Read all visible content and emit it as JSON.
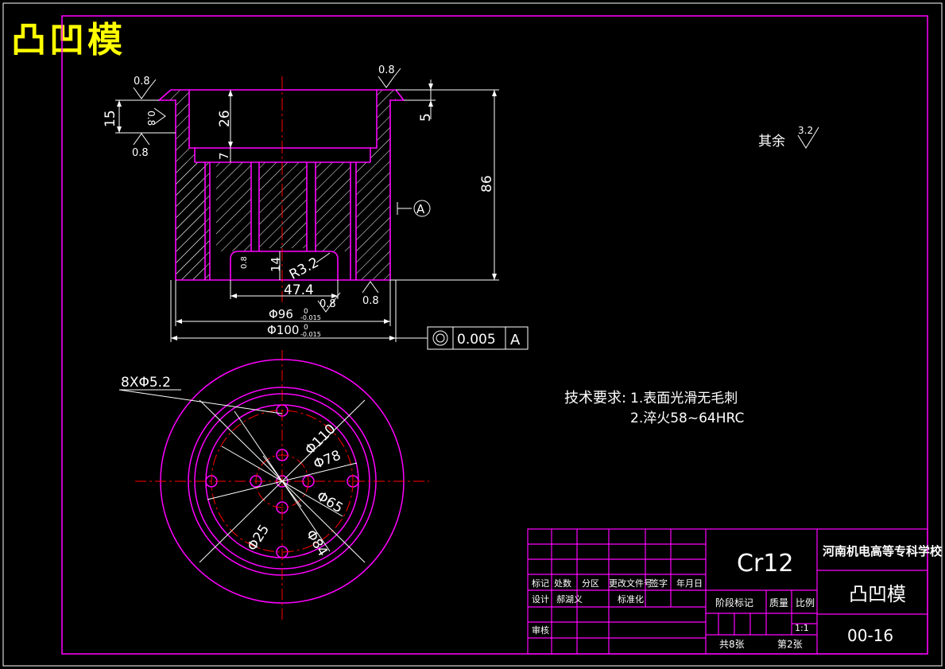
{
  "sheet_title": "凸凹模",
  "section_view": {
    "roughness_top_left": "0.8",
    "roughness_side_left": "0.8",
    "roughness_bottom_left": "0.8",
    "roughness_top_right": "0.8",
    "roughness_bottom_inner": "0.8",
    "roughness_bottom_right": "0.8",
    "roughness_small_left": "0.8",
    "dim_15": "15",
    "dim_26": "26",
    "dim_7": "7",
    "dim_5": "5",
    "dim_86": "86",
    "dim_14": "14",
    "dim_radius": "R3.2",
    "dim_47": "47.4",
    "dim_d96": "Φ96",
    "dim_d96_upper": "0",
    "dim_d96_lower": "-0.015",
    "dim_d100": "Φ100",
    "dim_d100_upper": "0",
    "dim_d100_lower": "-0.015",
    "datum_label": "A",
    "tolerance_value": "0.005",
    "tolerance_datum": "A"
  },
  "plan_view": {
    "holes_label": "8XΦ5.2",
    "d110": "Φ110",
    "d78": "Φ78",
    "d65": "Φ65",
    "d25": "Φ25",
    "d84": "Φ84"
  },
  "roughness_rest": {
    "label": "其余",
    "value": "3.2"
  },
  "tech_requirements": {
    "heading": "技术要求:",
    "item1": "1.表面光滑无毛刺",
    "item2": "2.淬火58~64HRC"
  },
  "title_block": {
    "material": "Cr12",
    "school": "河南机电高等专科学校",
    "part_name": "凸凹模",
    "drawing_number": "00-16",
    "headers": [
      "标记",
      "处数",
      "分区",
      "更改文件号",
      "签字",
      "年月日"
    ],
    "design_label": "设计",
    "designer": "郝湖义",
    "standardize_label": "标准化",
    "review_label": "审核",
    "stage_label": "阶段标记",
    "weight_label": "质量",
    "scale_label": "比例",
    "scale_value": "1:1",
    "total_sheets": "共8张",
    "sheet_no": "第2张"
  },
  "colors": {
    "background": "#000000",
    "outline": "#ff00ff",
    "dimension": "#ffffff",
    "centerline": "#ff0000",
    "title": "#ffff00"
  }
}
